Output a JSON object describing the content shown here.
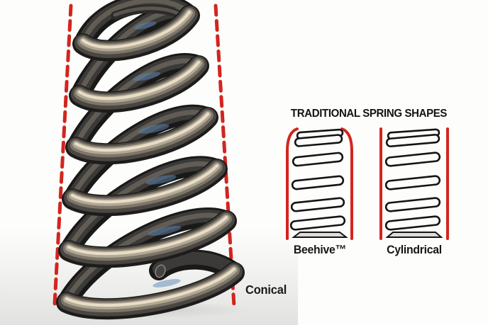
{
  "figure": {
    "photo": {
      "label": "Conical",
      "subject_icon": "conical-metal-spring-photo"
    },
    "panel": {
      "title": "TRADITIONAL SPRING SHAPES",
      "shapes": [
        {
          "label": "Beehive™",
          "icon": "beehive-spring-icon"
        },
        {
          "label": "Cylindrical",
          "icon": "cylindrical-spring-icon"
        }
      ]
    },
    "colors": {
      "annotation_red": "#d2251f",
      "ink": "#141414",
      "background": "#fdfdfb",
      "metal_highlight": "#e8dec8",
      "metal_dark": "#1d1c1a"
    }
  }
}
